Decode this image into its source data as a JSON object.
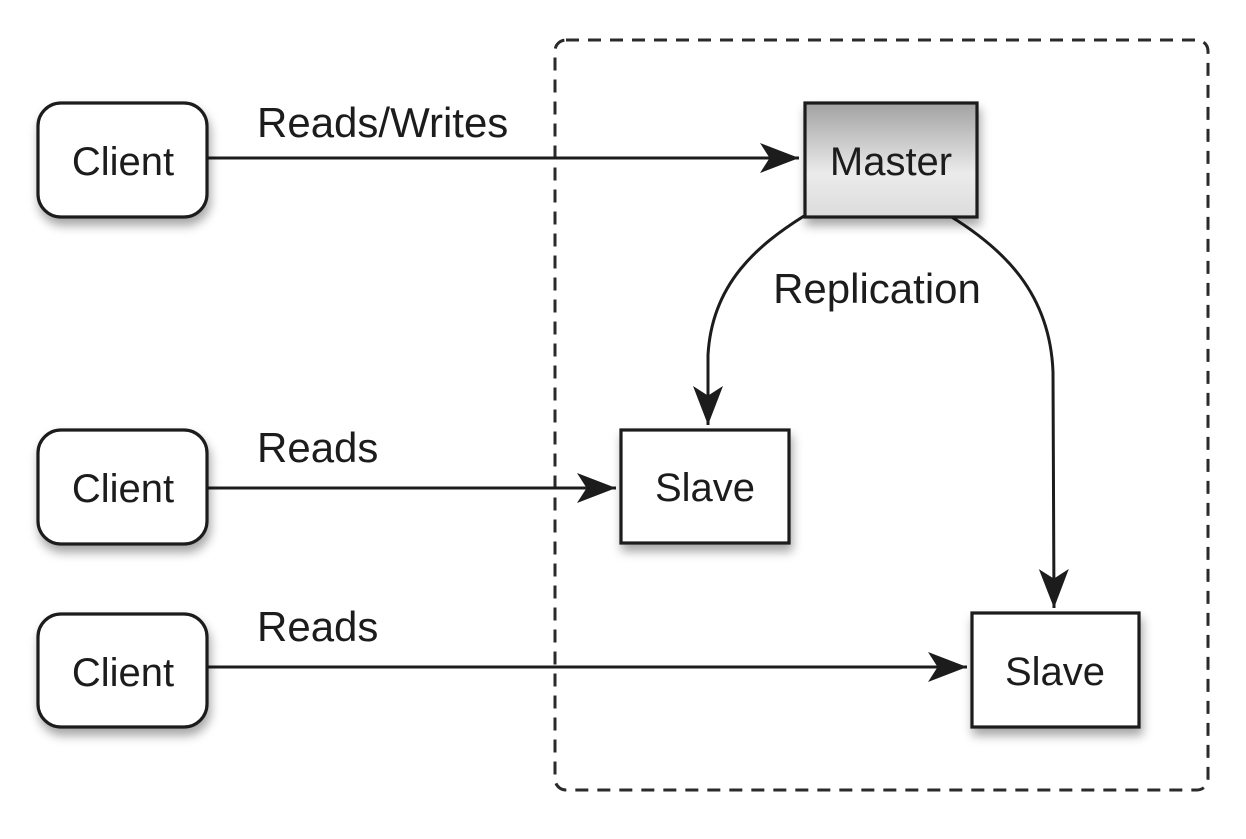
{
  "nodes": {
    "client_top": {
      "label": "Client"
    },
    "client_middle": {
      "label": "Client"
    },
    "client_bottom": {
      "label": "Client"
    },
    "master": {
      "label": "Master"
    },
    "slave_left": {
      "label": "Slave"
    },
    "slave_right": {
      "label": "Slave"
    }
  },
  "edge_labels": {
    "reads_writes": "Reads/Writes",
    "reads_middle": "Reads",
    "reads_bottom": "Reads",
    "replication": "Replication"
  },
  "colors": {
    "background": "#ffffff",
    "line": "#1c1c1c",
    "text": "#1c1c1c",
    "node_fill": "#ffffff",
    "node_border": "#1c1c1c",
    "master_gradient_top": "#a2a2a2",
    "master_gradient_mid": "#ebebeb",
    "master_gradient_bottom": "#dcdcdc"
  }
}
